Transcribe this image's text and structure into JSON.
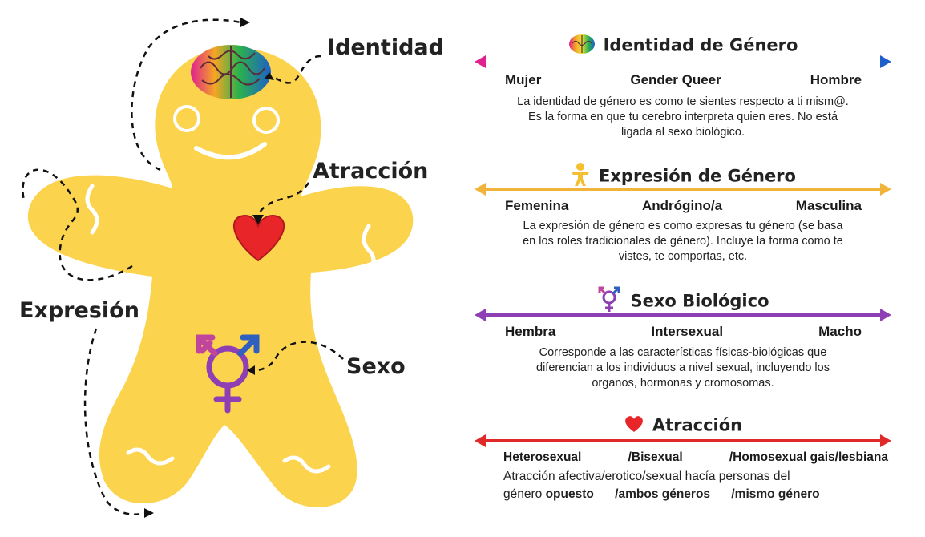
{
  "figure_labels": {
    "identidad": "Identidad",
    "atraccion": "Atracción",
    "expresion": "Expresión",
    "sexo": "Sexo"
  },
  "sections": {
    "identidad": {
      "title": "Identidad de Género",
      "icon": "brain-icon",
      "arrow_colors": [
        "#e0208f",
        "#f5a623",
        "#2bb24c",
        "#1e5fc9"
      ],
      "ends": [
        "Mujer",
        "Gender Queer",
        "Hombre"
      ],
      "desc": [
        "La identidad de género es como te sientes respecto a ti mism@.",
        "Es la forma en que tu cerebro interpreta quien eres. No está",
        "ligada al sexo biológico."
      ]
    },
    "expresion": {
      "title": "Expresión de Género",
      "icon": "person-icon",
      "arrow_color": "#f1b43a",
      "ends": [
        "Femenina",
        "Andrógino/a",
        "Masculina"
      ],
      "desc": [
        "La expresión de género es como expresas tu género (se basa",
        "en los roles tradicionales de género). Incluye la forma como te",
        "vistes, te comportas, etc."
      ]
    },
    "sexo": {
      "title": "Sexo Biológico",
      "icon": "transgender-symbol-icon",
      "arrow_color": "#8e3fb3",
      "ends": [
        "Hembra",
        "Intersexual",
        "Macho"
      ],
      "desc": [
        "Corresponde a las características físicas-biológicas que",
        "diferencian a los individuos a nivel sexual, incluyendo los",
        "organos, hormonas y cromosomas."
      ]
    },
    "atraccion": {
      "title": "Atracción",
      "icon": "heart-icon",
      "arrow_color": "#e02a2a",
      "ends": [
        "Heterosexual",
        "/Bisexual",
        "/Homosexual gais/lesbiana"
      ],
      "desc_line1": "Atracción afectiva/erotico/sexual hacía personas del",
      "desc_line2": {
        "a": "género ",
        "b": "opuesto",
        "c": "/ambos géneros",
        "d": "/mismo género"
      }
    }
  },
  "colors": {
    "cookie": "#fbd34d",
    "icing": "#ffffff",
    "heart": "#e8262a",
    "identity_arrow_left": "#e0208f",
    "identity_arrow_right": "#1e5fc9"
  }
}
